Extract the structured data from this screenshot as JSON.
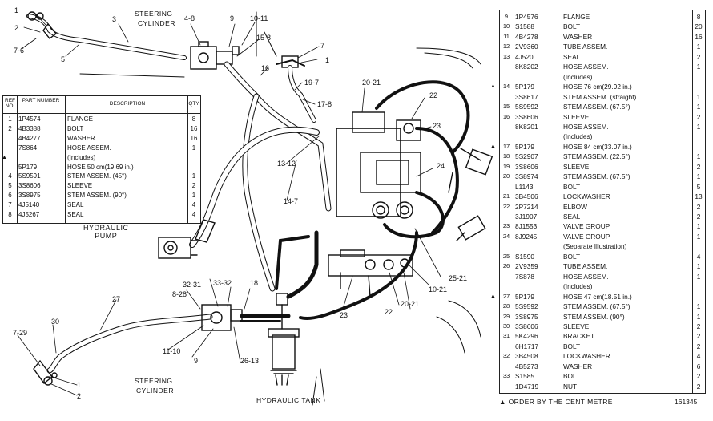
{
  "diagram": {
    "labels": {
      "l1a": "1",
      "l2a": "2",
      "l3": "3",
      "l5": "5",
      "l76": "7-6",
      "l48": "4-8",
      "l9a": "9",
      "l1011": "10-11",
      "l158": "15-8",
      "l7a": "7",
      "l1b": "1",
      "l16": "16",
      "l197": "19-7",
      "l2021a": "20-21",
      "l178": "17-8",
      "l22a": "22",
      "l23a": "23",
      "l1312": "13-12",
      "l147": "14-7",
      "l24": "24",
      "l2521": "25-21",
      "l1021": "10-21",
      "l2021b": "20-21",
      "l22b": "22",
      "l23b": "23",
      "l3232": "32-31",
      "l3332": "33-32",
      "l828": "8-28",
      "l18": "18",
      "l1110": "11-10",
      "l9b": "9",
      "l2613": "26-13",
      "l27": "27",
      "l729": "7-29",
      "l30": "30",
      "l1c": "1",
      "l2b": "2"
    },
    "captions": {
      "steering_top_1": "STEERING",
      "steering_top_2": "CYLINDER",
      "steering_bot_1": "STEERING",
      "steering_bot_2": "CYLINDER",
      "tank": "HYDRAULIC TANK",
      "pump_1": "HYDRAULIC",
      "pump_2": "PUMP"
    }
  },
  "left_table": {
    "headers": {
      "ref": "REF NO.",
      "part": "PART NUMBER",
      "desc": "DESCRIPTION",
      "qty": "QTY"
    },
    "rows": [
      {
        "ref": "1",
        "part": "1P4574",
        "desc": "FLANGE",
        "qty": "8",
        "mark": ""
      },
      {
        "ref": "2",
        "part": "4B3388",
        "desc": "BOLT",
        "qty": "16",
        "mark": ""
      },
      {
        "ref": "",
        "part": "4B4277",
        "desc": "WASHER",
        "qty": "16",
        "mark": ""
      },
      {
        "ref": "",
        "part": "7S864",
        "desc": "HOSE ASSEM.",
        "qty": "1",
        "mark": ""
      },
      {
        "ref": "",
        "part": "",
        "desc": "(Includes)",
        "qty": "",
        "mark": "▲"
      },
      {
        "ref": "",
        "part": "5P179",
        "desc": "HOSE   50 cm(19.69 in.)",
        "qty": "",
        "mark": ""
      },
      {
        "ref": "4",
        "part": "5S9591",
        "desc": "STEM ASSEM.   (45°)",
        "qty": "1",
        "mark": ""
      },
      {
        "ref": "5",
        "part": "3S8606",
        "desc": "SLEEVE",
        "qty": "2",
        "mark": ""
      },
      {
        "ref": "6",
        "part": "3S8975",
        "desc": "STEM ASSEM.   (90°)",
        "qty": "1",
        "mark": ""
      },
      {
        "ref": "7",
        "part": "4J5140",
        "desc": "SEAL",
        "qty": "4",
        "mark": ""
      },
      {
        "ref": "8",
        "part": "4J5267",
        "desc": "SEAL",
        "qty": "4",
        "mark": ""
      }
    ]
  },
  "right_table": {
    "rows": [
      {
        "ref": "9",
        "part": "1P4576",
        "desc": "FLANGE",
        "qty": "8",
        "mark": ""
      },
      {
        "ref": "10",
        "part": "S1588",
        "desc": "BOLT",
        "qty": "20",
        "mark": ""
      },
      {
        "ref": "11",
        "part": "4B4278",
        "desc": "WASHER",
        "qty": "16",
        "mark": ""
      },
      {
        "ref": "12",
        "part": "2V9360",
        "desc": "TUBE ASSEM.",
        "qty": "1",
        "mark": ""
      },
      {
        "ref": "13",
        "part": "4J520",
        "desc": "SEAL",
        "qty": "2",
        "mark": ""
      },
      {
        "ref": "",
        "part": "8K8202",
        "desc": "HOSE ASSEM.",
        "qty": "1",
        "mark": ""
      },
      {
        "ref": "",
        "part": "",
        "desc": "(Includes)",
        "qty": "",
        "mark": ""
      },
      {
        "ref": "14",
        "part": "5P179",
        "desc": "HOSE   76 cm(29.92 in.)",
        "qty": "",
        "mark": "▲"
      },
      {
        "ref": "",
        "part": "3S8617",
        "desc": "STEM ASSEM.   (straight)",
        "qty": "1",
        "mark": ""
      },
      {
        "ref": "15",
        "part": "5S9592",
        "desc": "STEM ASSEM.   (67.5°)",
        "qty": "1",
        "mark": ""
      },
      {
        "ref": "16",
        "part": "3S8606",
        "desc": "SLEEVE",
        "qty": "2",
        "mark": ""
      },
      {
        "ref": "",
        "part": "8K8201",
        "desc": "HOSE ASSEM.",
        "qty": "1",
        "mark": ""
      },
      {
        "ref": "",
        "part": "",
        "desc": "(Includes)",
        "qty": "",
        "mark": ""
      },
      {
        "ref": "17",
        "part": "5P179",
        "desc": "HOSE   84 cm(33.07 in.)",
        "qty": "",
        "mark": "▲"
      },
      {
        "ref": "18",
        "part": "5S2907",
        "desc": "STEM ASSEM.   (22.5°)",
        "qty": "1",
        "mark": ""
      },
      {
        "ref": "19",
        "part": "3S8606",
        "desc": "SLEEVE",
        "qty": "2",
        "mark": ""
      },
      {
        "ref": "20",
        "part": "3S8974",
        "desc": "STEM ASSEM.   (67.5°)",
        "qty": "1",
        "mark": ""
      },
      {
        "ref": "",
        "part": "L1143",
        "desc": "BOLT",
        "qty": "5",
        "mark": ""
      },
      {
        "ref": "21",
        "part": "3B4506",
        "desc": "LOCKWASHER",
        "qty": "13",
        "mark": ""
      },
      {
        "ref": "22",
        "part": "2P7214",
        "desc": "ELBOW",
        "qty": "2",
        "mark": ""
      },
      {
        "ref": "",
        "part": "3J1907",
        "desc": "SEAL",
        "qty": "2",
        "mark": ""
      },
      {
        "ref": "23",
        "part": "8J1553",
        "desc": "VALVE GROUP",
        "qty": "1",
        "mark": ""
      },
      {
        "ref": "24",
        "part": "8J9245",
        "desc": "VALVE GROUP",
        "qty": "1",
        "mark": ""
      },
      {
        "ref": "",
        "part": "",
        "desc": "(Separate Illustration)",
        "qty": "",
        "mark": ""
      },
      {
        "ref": "25",
        "part": "S1590",
        "desc": "BOLT",
        "qty": "4",
        "mark": ""
      },
      {
        "ref": "26",
        "part": "2V9359",
        "desc": "TUBE ASSEM.",
        "qty": "1",
        "mark": ""
      },
      {
        "ref": "",
        "part": "7S878",
        "desc": "HOSE ASSEM.",
        "qty": "1",
        "mark": ""
      },
      {
        "ref": "",
        "part": "",
        "desc": "(Includes)",
        "qty": "",
        "mark": ""
      },
      {
        "ref": "27",
        "part": "5P179",
        "desc": "HOSE   47 cm(18.51 in.)",
        "qty": "",
        "mark": "▲"
      },
      {
        "ref": "28",
        "part": "5S9592",
        "desc": "STEM ASSEM.   (67.5°)",
        "qty": "1",
        "mark": ""
      },
      {
        "ref": "29",
        "part": "3S8975",
        "desc": "STEM ASSEM.   (90°)",
        "qty": "1",
        "mark": ""
      },
      {
        "ref": "30",
        "part": "3S8606",
        "desc": "SLEEVE",
        "qty": "2",
        "mark": ""
      },
      {
        "ref": "31",
        "part": "5K4296",
        "desc": "BRACKET",
        "qty": "2",
        "mark": ""
      },
      {
        "ref": "",
        "part": "6H1717",
        "desc": "BOLT",
        "qty": "2",
        "mark": ""
      },
      {
        "ref": "32",
        "part": "3B4508",
        "desc": "LOCKWASHER",
        "qty": "4",
        "mark": ""
      },
      {
        "ref": "",
        "part": "4B5273",
        "desc": "WASHER",
        "qty": "6",
        "mark": ""
      },
      {
        "ref": "33",
        "part": "S1585",
        "desc": "BOLT",
        "qty": "2",
        "mark": ""
      },
      {
        "ref": "",
        "part": "1D4719",
        "desc": "NUT",
        "qty": "2",
        "mark": ""
      }
    ]
  },
  "footer": {
    "note": "▲ ORDER BY THE CENTIMETRE",
    "code": "161345"
  }
}
